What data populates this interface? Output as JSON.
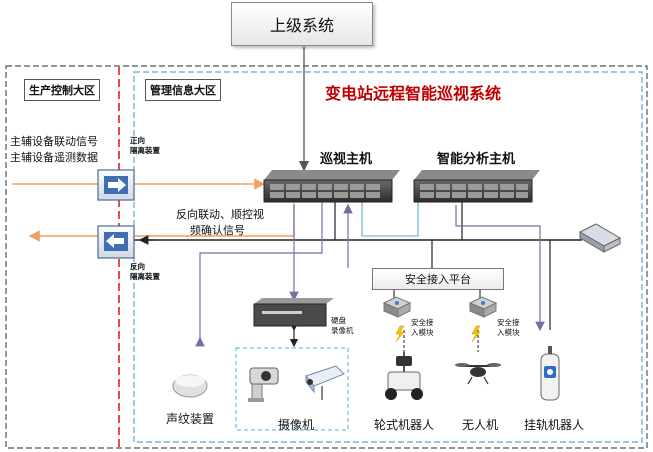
{
  "upper_system": "上级系统",
  "zones": {
    "production": "生产控制大区",
    "management": "管理信息大区"
  },
  "title": "变电站远程智能巡视系统",
  "hosts": {
    "patrol": "巡视主机",
    "analysis": "智能分析主机"
  },
  "left_signals": {
    "line1": "主辅设备联动信号",
    "line2": "主辅设备遥测数据"
  },
  "forward_device": {
    "line1": "正向",
    "line2": "隔离装置"
  },
  "reverse_device": {
    "line1": "反向",
    "line2": "隔离装置"
  },
  "reverse_signal": {
    "line1": "反向联动、顺控视",
    "line2": "频确认信号"
  },
  "platform": "安全接入平台",
  "access_modules": {
    "line1": "安全接",
    "line2": "入模块"
  },
  "nvr": {
    "line1": "硬盘",
    "line2": "录像机"
  },
  "devices": {
    "acoustic": "声纹装置",
    "camera": "摄像机",
    "wheeled_robot": "轮式机器人",
    "drone": "无人机",
    "rail_robot": "挂轨机器人"
  },
  "colors": {
    "accent_red": "#c00000",
    "orange_line": "#f0a060",
    "purple_line": "#7a6aa8",
    "zone_blue": "#5aa8d8"
  }
}
